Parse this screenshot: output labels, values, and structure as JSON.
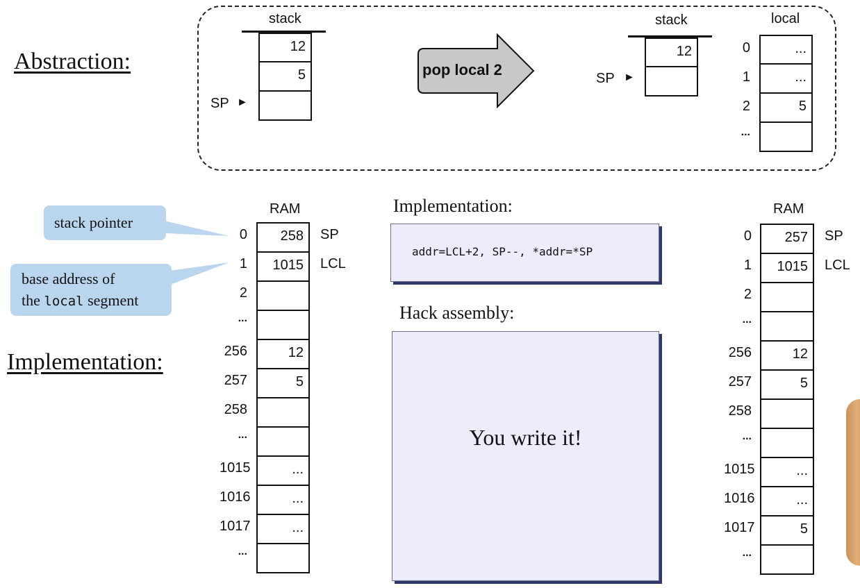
{
  "headings": {
    "abstraction": "Abstraction:",
    "implementation": "Implementation:"
  },
  "abstraction": {
    "before": {
      "stack_label": "stack",
      "cells": [
        "12",
        "5",
        ""
      ],
      "sp_label": "SP"
    },
    "arrow_label": "pop local 2",
    "after": {
      "stack_label": "stack",
      "cells": [
        "12",
        ""
      ],
      "sp_label": "SP",
      "local_label": "local",
      "local_indices": [
        "0",
        "1",
        "2",
        "..."
      ],
      "local_cells": [
        "...",
        "...",
        "5",
        ""
      ]
    }
  },
  "callouts": {
    "stack_pointer": "stack pointer",
    "base_line1": "base address of",
    "base_line2_pre": "the ",
    "base_line2_code": "local",
    "base_line2_post": " segment"
  },
  "ram_left": {
    "title": "RAM",
    "rows": [
      {
        "index": "0",
        "value": "258",
        "tag": "SP"
      },
      {
        "index": "1",
        "value": "1015",
        "tag": "LCL"
      },
      {
        "index": "2",
        "value": "",
        "tag": ""
      },
      {
        "index": "...",
        "value": "",
        "tag": ""
      },
      {
        "index": "256",
        "value": "12",
        "tag": ""
      },
      {
        "index": "257",
        "value": "5",
        "tag": ""
      },
      {
        "index": "258",
        "value": "",
        "tag": ""
      },
      {
        "index": "...",
        "value": "",
        "tag": ""
      },
      {
        "index": "1015",
        "value": "...",
        "tag": ""
      },
      {
        "index": "1016",
        "value": "...",
        "tag": ""
      },
      {
        "index": "1017",
        "value": "...",
        "tag": ""
      },
      {
        "index": "...",
        "value": "",
        "tag": ""
      }
    ]
  },
  "ram_right": {
    "title": "RAM",
    "rows": [
      {
        "index": "0",
        "value": "257",
        "tag": "SP"
      },
      {
        "index": "1",
        "value": "1015",
        "tag": "LCL"
      },
      {
        "index": "2",
        "value": "",
        "tag": ""
      },
      {
        "index": "...",
        "value": "",
        "tag": ""
      },
      {
        "index": "256",
        "value": "12",
        "tag": ""
      },
      {
        "index": "257",
        "value": "5",
        "tag": ""
      },
      {
        "index": "258",
        "value": "",
        "tag": ""
      },
      {
        "index": "...",
        "value": "",
        "tag": ""
      },
      {
        "index": "1015",
        "value": "...",
        "tag": ""
      },
      {
        "index": "1016",
        "value": "...",
        "tag": ""
      },
      {
        "index": "1017",
        "value": "5",
        "tag": ""
      },
      {
        "index": "...",
        "value": "",
        "tag": ""
      }
    ]
  },
  "implementation_panel": {
    "heading": "Implementation:",
    "code": "addr=LCL+2, SP--, *addr=*SP"
  },
  "hack_panel": {
    "heading": "Hack assembly:",
    "body": "You write it!"
  },
  "colors": {
    "callout": "#b9d6ee",
    "panel": "#ececfb",
    "arrow": "#c8c8c8"
  }
}
